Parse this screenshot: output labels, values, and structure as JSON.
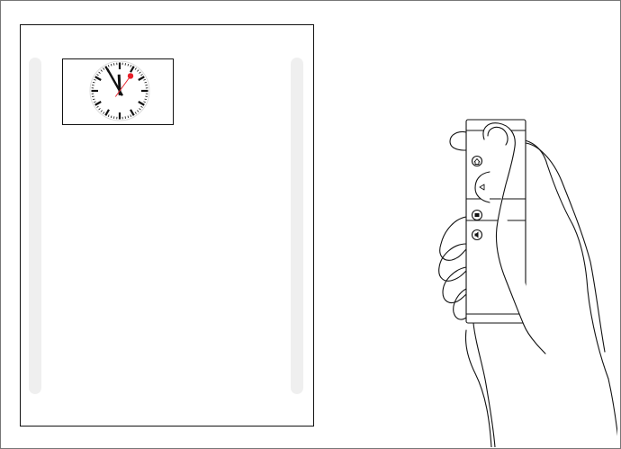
{
  "clock": {
    "hour": 11,
    "minute": 55,
    "second": 6,
    "seconds_hand_color": "#e8202a",
    "hand_color": "#111111"
  },
  "remote": {
    "buttons": [
      {
        "icon": "home-icon"
      },
      {
        "icon": "back-icon"
      },
      {
        "icon": "stop-icon"
      },
      {
        "icon": "volume-icon"
      }
    ]
  },
  "colors": {
    "outline": "#111111",
    "scroll_track": "#efefef"
  }
}
